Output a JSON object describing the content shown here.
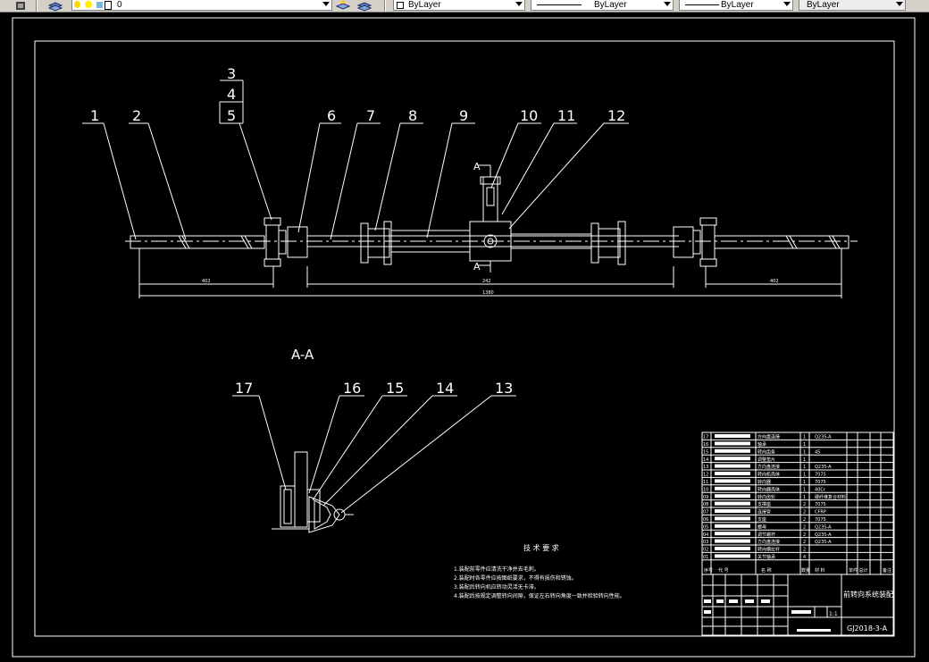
{
  "toolbar": {
    "layer_value": "0",
    "color_value": "ByLayer",
    "linetype_value": "ByLayer",
    "lineweight_value": "ByLayer",
    "plotstyle_value": "ByLayer"
  },
  "drawing": {
    "part_numbers_top": [
      "1",
      "2",
      "3",
      "4",
      "5",
      "6",
      "7",
      "8",
      "9",
      "10",
      "11",
      "12"
    ],
    "section_cut_label": "A",
    "dimensions": [
      "402",
      "242",
      "1380",
      "402"
    ],
    "section_title": "A-A",
    "part_numbers_section": [
      "17",
      "16",
      "15",
      "14",
      "13"
    ],
    "tech_req_title": "技 术 要 求",
    "tech_req_items": [
      "1.装配前零件应清洗干净并去毛刺。",
      "2.装配时各零件应按图纸要求，不得有损伤和锈蚀。",
      "3.装配后转向机应转动灵活无卡滞。",
      "4.装配后按规定调整转向间隙，保证左右转向角度一致并检验转向性能。"
    ],
    "bom_rows": [
      {
        "no": "17",
        "name": "方向盘连接",
        "qty": "1",
        "material": "Q235-A"
      },
      {
        "no": "16",
        "name": "轴承",
        "qty": "1",
        "material": ""
      },
      {
        "no": "15",
        "name": "转向齿条",
        "qty": "1",
        "material": "45"
      },
      {
        "no": "14",
        "name": "调整垫片",
        "qty": "1",
        "material": ""
      },
      {
        "no": "13",
        "name": "方向盘连接",
        "qty": "1",
        "material": "Q235-A"
      },
      {
        "no": "12",
        "name": "转向机壳体",
        "qty": "1",
        "material": "7075"
      },
      {
        "no": "11",
        "name": "转向器",
        "qty": "1",
        "material": "7075"
      },
      {
        "no": "10",
        "name": "转向器壳体",
        "qty": "1",
        "material": "40Cr"
      },
      {
        "no": "09",
        "name": "转向齿轮",
        "qty": "1",
        "material": "碳纤维复合材料"
      },
      {
        "no": "08",
        "name": "支撑座",
        "qty": "2",
        "material": "7075"
      },
      {
        "no": "07",
        "name": "连接管",
        "qty": "2",
        "material": "CFRP"
      },
      {
        "no": "06",
        "name": "支座",
        "qty": "2",
        "material": "7075"
      },
      {
        "no": "05",
        "name": "螺母",
        "qty": "2",
        "material": "Q235-A"
      },
      {
        "no": "04",
        "name": "调节螺杆",
        "qty": "2",
        "material": "Q235-A"
      },
      {
        "no": "03",
        "name": "方向盘连接",
        "qty": "2",
        "material": "Q235-A"
      },
      {
        "no": "02",
        "name": "转向横拉杆",
        "qty": "2",
        "material": ""
      },
      {
        "no": "01",
        "name": "关节轴承",
        "qty": "4",
        "material": ""
      }
    ],
    "bom_header": [
      "序号",
      "代  号",
      "名  称",
      "数量",
      "材  料",
      "单件 总计",
      "备注"
    ],
    "title_block_name": "前转向系统装配",
    "title_block_scale": "1:1",
    "drawing_number": "GJ2018-3-A"
  },
  "colors": {
    "toolbar_bg": "#d4d0c8",
    "model_bg": "#000000",
    "line": "#ffffff"
  }
}
